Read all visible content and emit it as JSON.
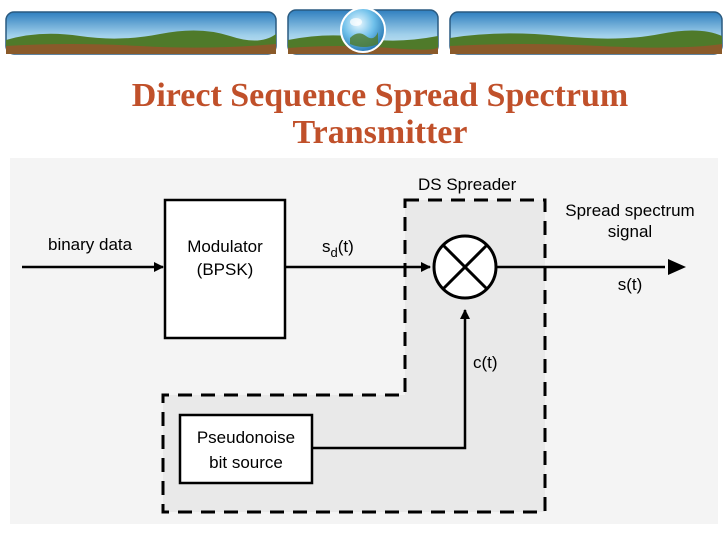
{
  "slide": {
    "title_line1": "Direct Sequence Spread Spectrum",
    "title_line2": "Transmitter"
  },
  "diagram": {
    "input_label": "binary data",
    "modulator_line1": "Modulator",
    "modulator_line2": "(BPSK)",
    "sd_base": "s",
    "sd_sub": "d",
    "sd_suffix": "(t)",
    "spreader_label": "DS Spreader",
    "output_label_line1": "Spread spectrum",
    "output_label_line2": "signal",
    "output_signal": "s(t)",
    "code_signal": "c(t)",
    "pn_line1": "Pseudonoise",
    "pn_line2": "bit source"
  },
  "colors": {
    "title": "#c0502a",
    "spreader_fill": "#e9e9e9"
  }
}
